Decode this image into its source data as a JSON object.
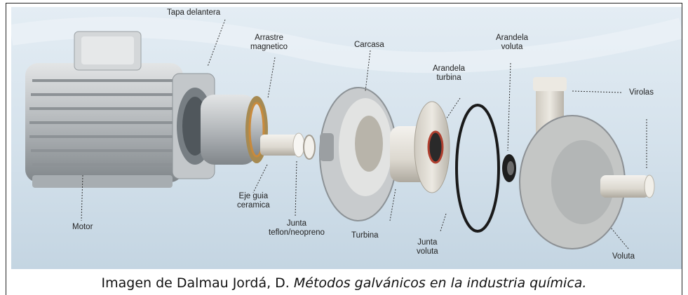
{
  "labels": {
    "tapa_delantera": "Tapa delantera",
    "arrastre_magnetico": "Arrastre magnetico",
    "carcasa": "Carcasa",
    "arandela_voluta": "Arandela voluta",
    "arandela_turbina": "Arandela turbina",
    "virolas": "Virolas",
    "motor": "Motor",
    "eje_guia_ceramica": "Eje guia ceramica",
    "junta_teflon_neopreno": "Junta teflon/neopreno",
    "turbina": "Turbina",
    "junta_voluta": "Junta voluta",
    "voluta": "Voluta"
  },
  "label_lines": {
    "arrastre_1": "Arrastre",
    "arrastre_2": "magnetico",
    "arandela_voluta_1": "Arandela",
    "arandela_voluta_2": "voluta",
    "arandela_turbina_1": "Arandela",
    "arandela_turbina_2": "turbina",
    "eje_1": "Eje guia",
    "eje_2": "ceramica",
    "junta_tn_1": "Junta",
    "junta_tn_2": "teflon/neopreno",
    "junta_v_1": "Junta",
    "junta_v_2": "voluta"
  },
  "caption": {
    "prefix": "Imagen de Dalmau Jordá, D. ",
    "title": "Métodos galvánicos en la industria química."
  },
  "colors": {
    "background_top": "#dfe9f1",
    "background_bottom": "#c9d9e6",
    "metal": "#b9bdc0",
    "plastic": "#d9d6cf",
    "seal_black": "#1a1a1a",
    "copper": "#c98a3c"
  }
}
